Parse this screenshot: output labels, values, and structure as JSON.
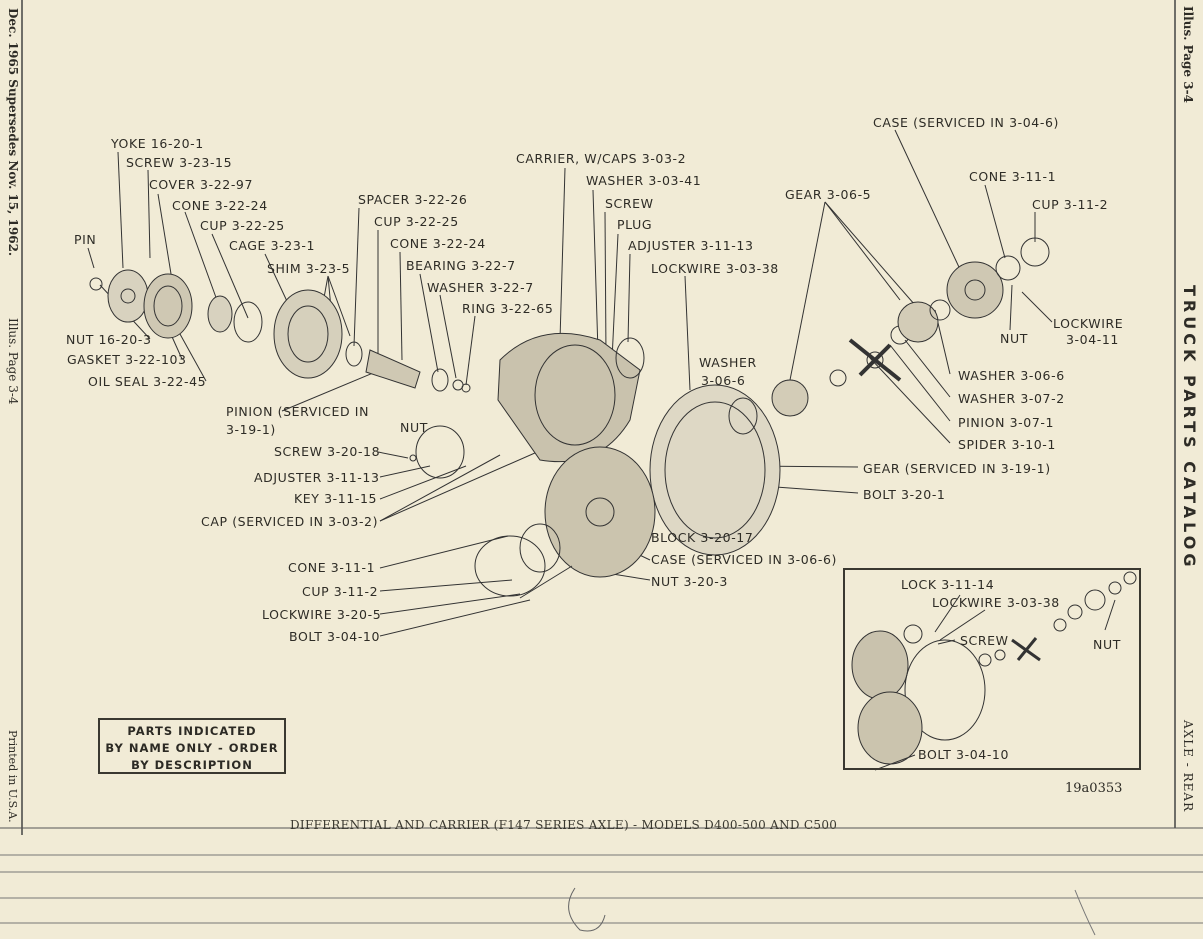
{
  "left_margin": {
    "date_note": "Dec. 1965 Supersedes Nov. 15, 1962.",
    "page_ref": "Illus. Page 3-4",
    "printed": "Printed in U.S.A."
  },
  "right_margin": {
    "page_ref": "Illus. Page 3-4",
    "catalog": "TRUCK PARTS CATALOG",
    "section": "AXLE - REAR"
  },
  "labels": {
    "yoke": "YOKE 16-20-1",
    "screw_3_23_15": "SCREW 3-23-15",
    "cover": "COVER 3-22-97",
    "cone_3_22_24_a": "CONE 3-22-24",
    "cup_3_22_25_a": "CUP 3-22-25",
    "cage": "CAGE 3-23-1",
    "shim": "SHIM 3-23-5",
    "pin": "PIN",
    "nut_16_20_3": "NUT 16-20-3",
    "gasket": "GASKET 3-22-103",
    "oil_seal": "OIL SEAL 3-22-45",
    "spacer": "SPACER 3-22-26",
    "cup_3_22_25_b": "CUP 3-22-25",
    "cone_3_22_24_b": "CONE 3-22-24",
    "bearing": "BEARING 3-22-7",
    "washer_3_22_7": "WASHER 3-22-7",
    "ring": "RING 3-22-65",
    "carrier": "CARRIER, W/CAPS 3-03-2",
    "washer_3_03_41": "WASHER 3-03-41",
    "screw_top": "SCREW",
    "plug": "PLUG",
    "adjuster_top": "ADJUSTER 3-11-13",
    "lockwire_top": "LOCKWIRE 3-03-38",
    "gear_3_06_5": "GEAR 3-06-5",
    "case_top": "CASE (SERVICED IN 3-04-6)",
    "cone_3_11_1_top": "CONE 3-11-1",
    "cup_3_11_2_top": "CUP 3-11-2",
    "lockwire_3_04_11_a": "LOCKWIRE",
    "lockwire_3_04_11_b": "3-04-11",
    "nut_right": "NUT",
    "washer_3_06_6_a": "WASHER",
    "washer_3_06_6_b": "3-06-6",
    "washer_3_06_6_r": "WASHER 3-06-6",
    "washer_3_07_2": "WASHER 3-07-2",
    "pinion_3_07_1": "PINION 3-07-1",
    "spider": "SPIDER 3-10-1",
    "gear_serviced": "GEAR (SERVICED IN 3-19-1)",
    "bolt_3_20_1": "BOLT 3-20-1",
    "pinion_serviced_a": "PINION (SERVICED IN",
    "pinion_serviced_b": "3-19-1)",
    "nut_mid": "NUT",
    "screw_3_20_18": "SCREW 3-20-18",
    "adjuster_3_11_13": "ADJUSTER 3-11-13",
    "key": "KEY 3-11-15",
    "cap": "CAP (SERVICED IN 3-03-2)",
    "block": "BLOCK 3-20-17",
    "case_bottom": "CASE (SERVICED IN 3-06-6)",
    "nut_3_20_3": "NUT 3-20-3",
    "cone_3_11_1": "CONE 3-11-1",
    "cup_3_11_2": "CUP 3-11-2",
    "lockwire_3_20_5": "LOCKWIRE 3-20-5",
    "bolt_3_04_10": "BOLT 3-04-10"
  },
  "note_box": [
    "PARTS INDICATED",
    "BY NAME ONLY - ORDER",
    "BY DESCRIPTION"
  ],
  "inset": {
    "lock": "LOCK 3-11-14",
    "lockwire": "LOCKWIRE 3-03-38",
    "screw": "SCREW",
    "nut": "NUT",
    "bolt": "BOLT 3-04-10"
  },
  "figure_number": "19a0353",
  "caption": "DIFFERENTIAL AND CARRIER (F147 SERIES AXLE) - MODELS D400-500 AND C500"
}
